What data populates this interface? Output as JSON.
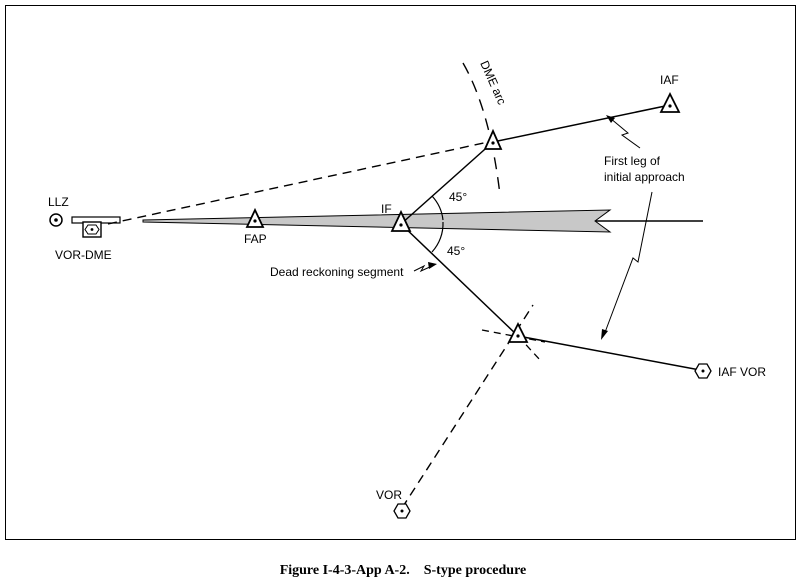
{
  "labels": {
    "llz": "LLZ",
    "vor_dme": "VOR-DME",
    "fap": "FAP",
    "if": "IF",
    "iaf": "IAF",
    "dme_arc": "DME arc",
    "first_leg_line1": "First leg of",
    "first_leg_line2": "initial approach",
    "angle_upper": "45°",
    "angle_lower": "45°",
    "dead_reckoning": "Dead reckoning segment",
    "iaf_vor": "IAF VOR",
    "vor": "VOR"
  },
  "caption": {
    "figure_number": "Figure I-4-3-App A-2.",
    "title": "S-type procedure"
  }
}
